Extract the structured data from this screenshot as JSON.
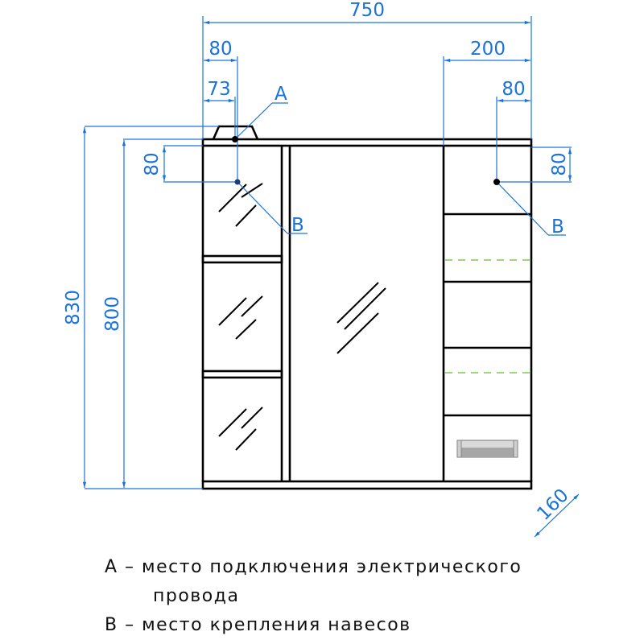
{
  "dimensions": {
    "overall_width": "750",
    "left_outer": "80",
    "left_inner": "73",
    "right_outer": "200",
    "right_inner": "80",
    "overall_height": "830",
    "body_height": "800",
    "left_mount_offset": "80",
    "right_mount_offset": "80",
    "depth": "160"
  },
  "markers": {
    "a": "A",
    "b_left": "B",
    "b_right": "B"
  },
  "legend": {
    "line1": "A – место подключения электрического",
    "line2": "провода",
    "line3": "B – место крепления навесов"
  },
  "colors": {
    "dimension": "#1a73d9",
    "outline": "#000000",
    "shelf_dashed": "#7ccc4a",
    "handle_light": "#d9d9d9",
    "handle_dark": "#a6a6a6"
  }
}
